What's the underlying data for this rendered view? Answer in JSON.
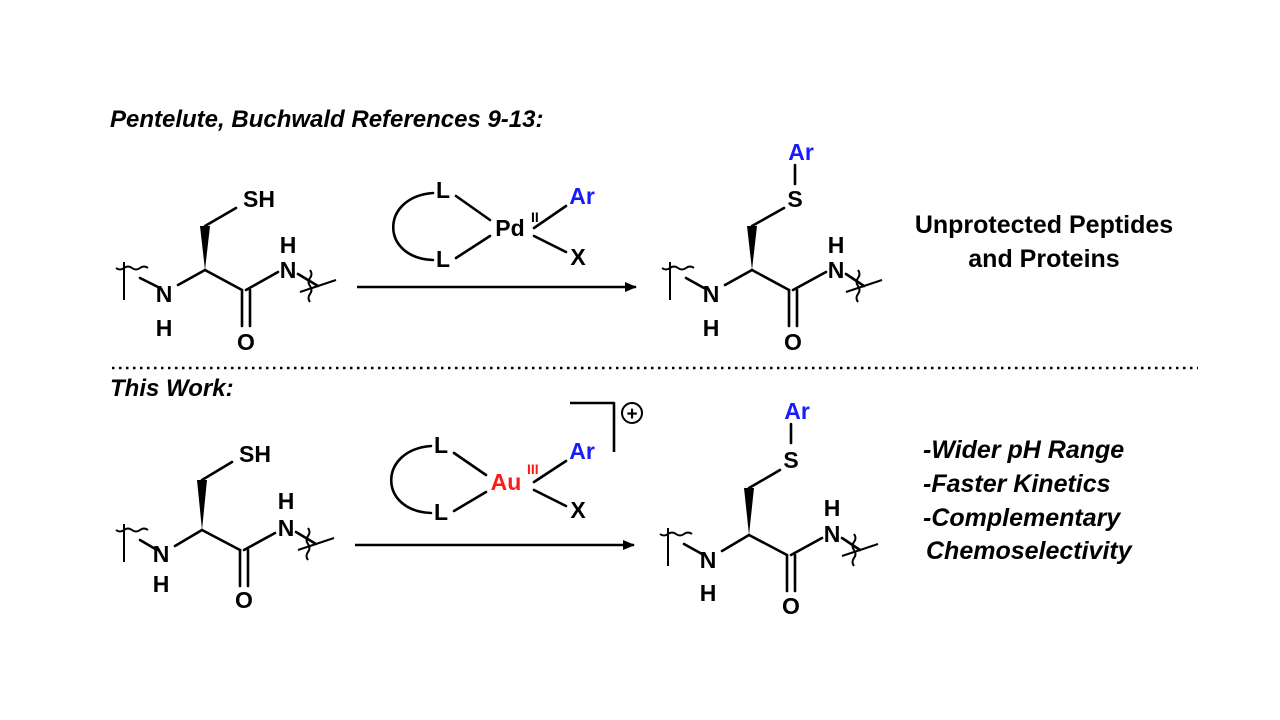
{
  "headings": {
    "top": "Pentelute, Buchwald References 9-13:",
    "bottom": "This Work:"
  },
  "atoms": {
    "thiol": "SH",
    "sulfur": "S",
    "nitrogen": "N",
    "hydrogen": "H",
    "oxygen": "O",
    "aryl": "Ar",
    "ligand": "L",
    "halide": "X",
    "palladium": "Pd",
    "pd_oxidation": "II",
    "gold": "Au",
    "au_oxidation": "III",
    "charge": "+"
  },
  "notes": {
    "top": [
      "Unprotected Peptides",
      "and Proteins"
    ],
    "bottom": [
      "-Wider pH Range",
      "-Faster Kinetics",
      "-Complementary",
      "Chemoselectivity"
    ]
  },
  "colors": {
    "text": "#000000",
    "aryl": "#1a1aff",
    "gold": "#ff1a1a"
  }
}
